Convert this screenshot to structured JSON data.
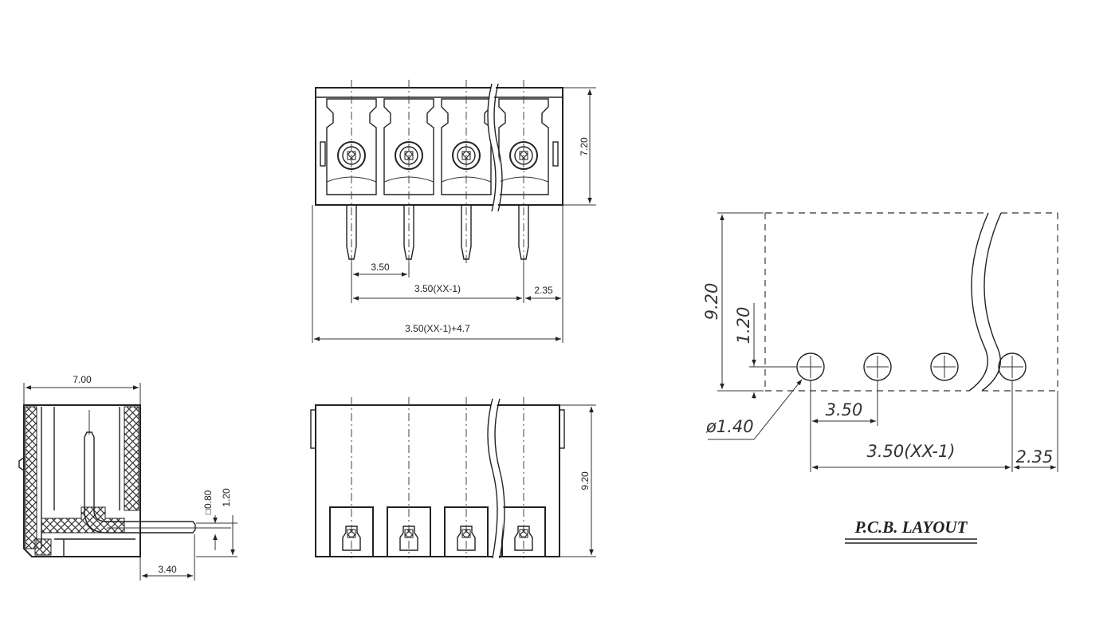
{
  "front_view": {
    "height": "7.20",
    "pitch": "3.50",
    "span": "3.50(XX-1)",
    "offset": "2.35",
    "overall": "3.50(XX-1)+4.7"
  },
  "side_view": {
    "width": "7.00",
    "pin_thickness": "□0.80",
    "pin_height": "1.20",
    "pin_length": "3.40"
  },
  "bottom_view": {
    "height": "9.20"
  },
  "pcb_layout": {
    "height": "9.20",
    "hole_offset": "1.20",
    "hole_diameter": "ø1.40",
    "pitch": "3.50",
    "span": "3.50(XX-1)",
    "offset": "2.35",
    "title": "P.C.B.  LAYOUT"
  }
}
